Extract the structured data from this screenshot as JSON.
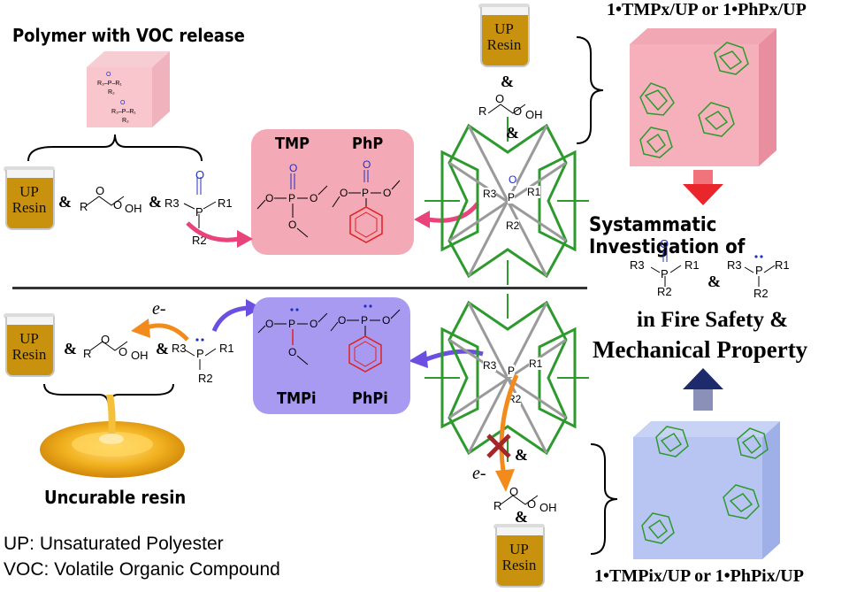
{
  "title_polymer_voc": "Polymer with VOC release",
  "title_top_right": "1•TMPx/UP or 1•PhPx/UP",
  "title_bottom_right": "1•TMPix/UP or 1•PhPix/UP",
  "beaker_label_line1": "UP",
  "beaker_label_line2": "Resin",
  "amp": "&",
  "panel_top": {
    "left": "TMP",
    "right": "PhP"
  },
  "panel_bottom": {
    "left": "TMPi",
    "right": "PhPi"
  },
  "systematic_title": "Systammatic Investigation of",
  "fire_safety": "in Fire Safety &",
  "mechanical": "Mechanical Property",
  "uncurable": "Uncurable resin",
  "legend": {
    "up": "UP: Unsaturated Polyester",
    "voc": "VOC: Volatile Organic Compound"
  },
  "chem": {
    "R": "R",
    "O": "O",
    "OH": "OH",
    "P": "P",
    "R1": "R1",
    "R2": "R2",
    "R3": "R3",
    "e_minus": "e-"
  },
  "colors": {
    "pink_panel": "#f2a3b2",
    "purple_panel": "#a89af0",
    "pink_arrow": "#e8437a",
    "purple_arrow": "#6b4fe0",
    "orange_arrow": "#f28a1c",
    "red_arrow": "#e8262c",
    "navy_arrow": "#1d2a6b",
    "resin": "#c9920e",
    "mof_green": "#2e9a2e"
  }
}
